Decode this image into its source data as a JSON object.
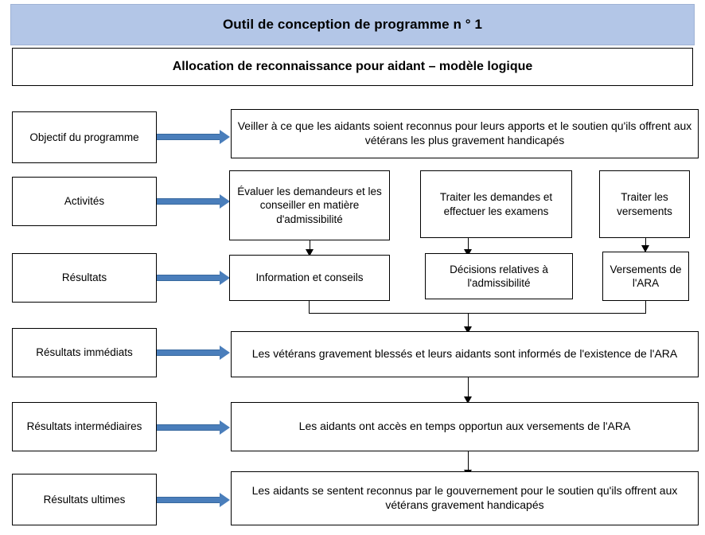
{
  "header": {
    "title": "Outil de conception de programme n ° 1",
    "subtitle": "Allocation de reconnaissance pour aidant – modèle logique"
  },
  "colors": {
    "header_fill": "#b3c6e7",
    "arrow_blue": "#4a7ebb",
    "box_border": "#000000",
    "page_background": "#ffffff"
  },
  "rows": [
    {
      "label": "Objectif du programme",
      "boxes": [
        "Veiller à ce que les aidants soient reconnus pour leurs apports et le soutien qu'ils offrent aux vétérans les plus gravement handicapés"
      ]
    },
    {
      "label": "Activités",
      "boxes": [
        "Évaluer les demandeurs et les conseiller en matière d'admissibilité",
        "Traiter les demandes et effectuer les examens",
        "Traiter les versements"
      ]
    },
    {
      "label": "Résultats",
      "boxes": [
        "Information et conseils",
        "Décisions relatives à l'admissibilité",
        "Versements de l'ARA"
      ]
    },
    {
      "label": "Résultats immédiats",
      "boxes": [
        "Les vétérans gravement blessés et leurs aidants sont informés de l'existence de l'ARA"
      ]
    },
    {
      "label": "Résultats intermédiaires",
      "boxes": [
        "Les aidants ont accès en temps opportun aux versements de l'ARA"
      ]
    },
    {
      "label": "Résultats ultimes",
      "boxes": [
        "Les aidants se sentent reconnus par le gouvernement pour le soutien qu'ils offrent aux vétérans gravement handicapés"
      ]
    }
  ]
}
